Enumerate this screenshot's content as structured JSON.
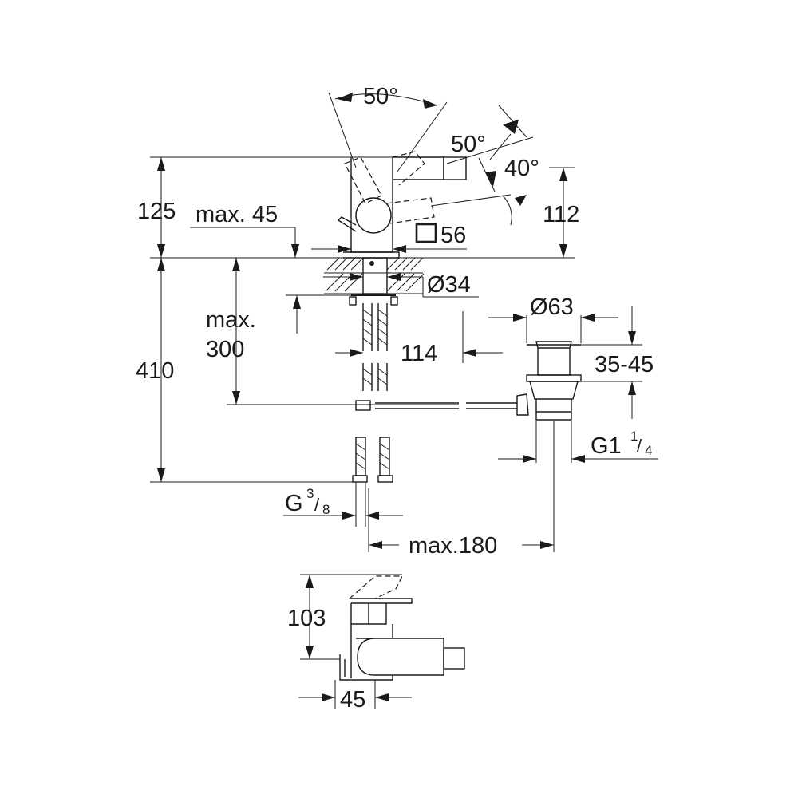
{
  "dimensions": {
    "angle_lever_1": "50°",
    "angle_lever_2": "50°",
    "angle_spout": "40°",
    "height_total": "125",
    "height_spout": "112",
    "max_offset": "max. 45",
    "square_spout": "56",
    "diameter_base": "Ø34",
    "diameter_popup": "Ø63",
    "popup_range": "35-45",
    "max_depth_label": "max.",
    "max_depth_value": "300",
    "spacing_114": "114",
    "height_410": "410",
    "thread_inlet": {
      "base": "G",
      "num": "3",
      "den": "8"
    },
    "thread_waste": {
      "base": "G1",
      "num": "1",
      "den": "4"
    },
    "max_180": "max.180",
    "top_view_height": "103",
    "top_view_width": "45"
  }
}
